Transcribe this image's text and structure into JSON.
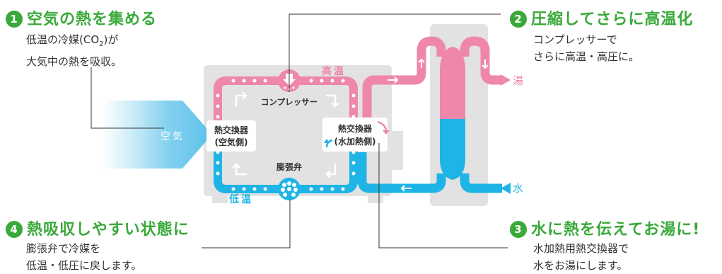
{
  "steps": [
    {
      "number": "1",
      "title": "空気の熱を集める",
      "desc_line1": "低温の冷媒(CO",
      "desc_sub": "2",
      "desc_line1_end": ")が",
      "desc_line2": "大気中の熱を吸収。"
    },
    {
      "number": "2",
      "title": "圧縮してさらに高温化",
      "desc_line1": "コンプレッサーで",
      "desc_line2": "さらに高温・高圧に。"
    },
    {
      "number": "3",
      "title": "水に熱を伝えてお湯に!",
      "desc_line1": "水加熱用熱交換器で",
      "desc_line2": "水をお湯にします。"
    },
    {
      "number": "4",
      "title": "熱吸収しやすい状態に",
      "desc_line1": "膨張弁で冷媒を",
      "desc_line2": "低温・低圧に戻します。"
    }
  ],
  "labels": {
    "air": "空気",
    "high_temp": "高温",
    "low_temp": "低温",
    "compressor": "コンプレッサー",
    "hx_air_line1": "熱交換器",
    "hx_air_line2": "(空気側)",
    "hx_water_line1": "熱交換器",
    "hx_water_line2": "(水加熱側)",
    "expansion_valve": "膨張弁",
    "hot_water": "湯",
    "water": "水"
  },
  "colors": {
    "accent_green": "#39a93a",
    "hot_pink": "#ef86ac",
    "cold_blue": "#1eb4e6",
    "unit_gray": "#e2e2e2"
  }
}
